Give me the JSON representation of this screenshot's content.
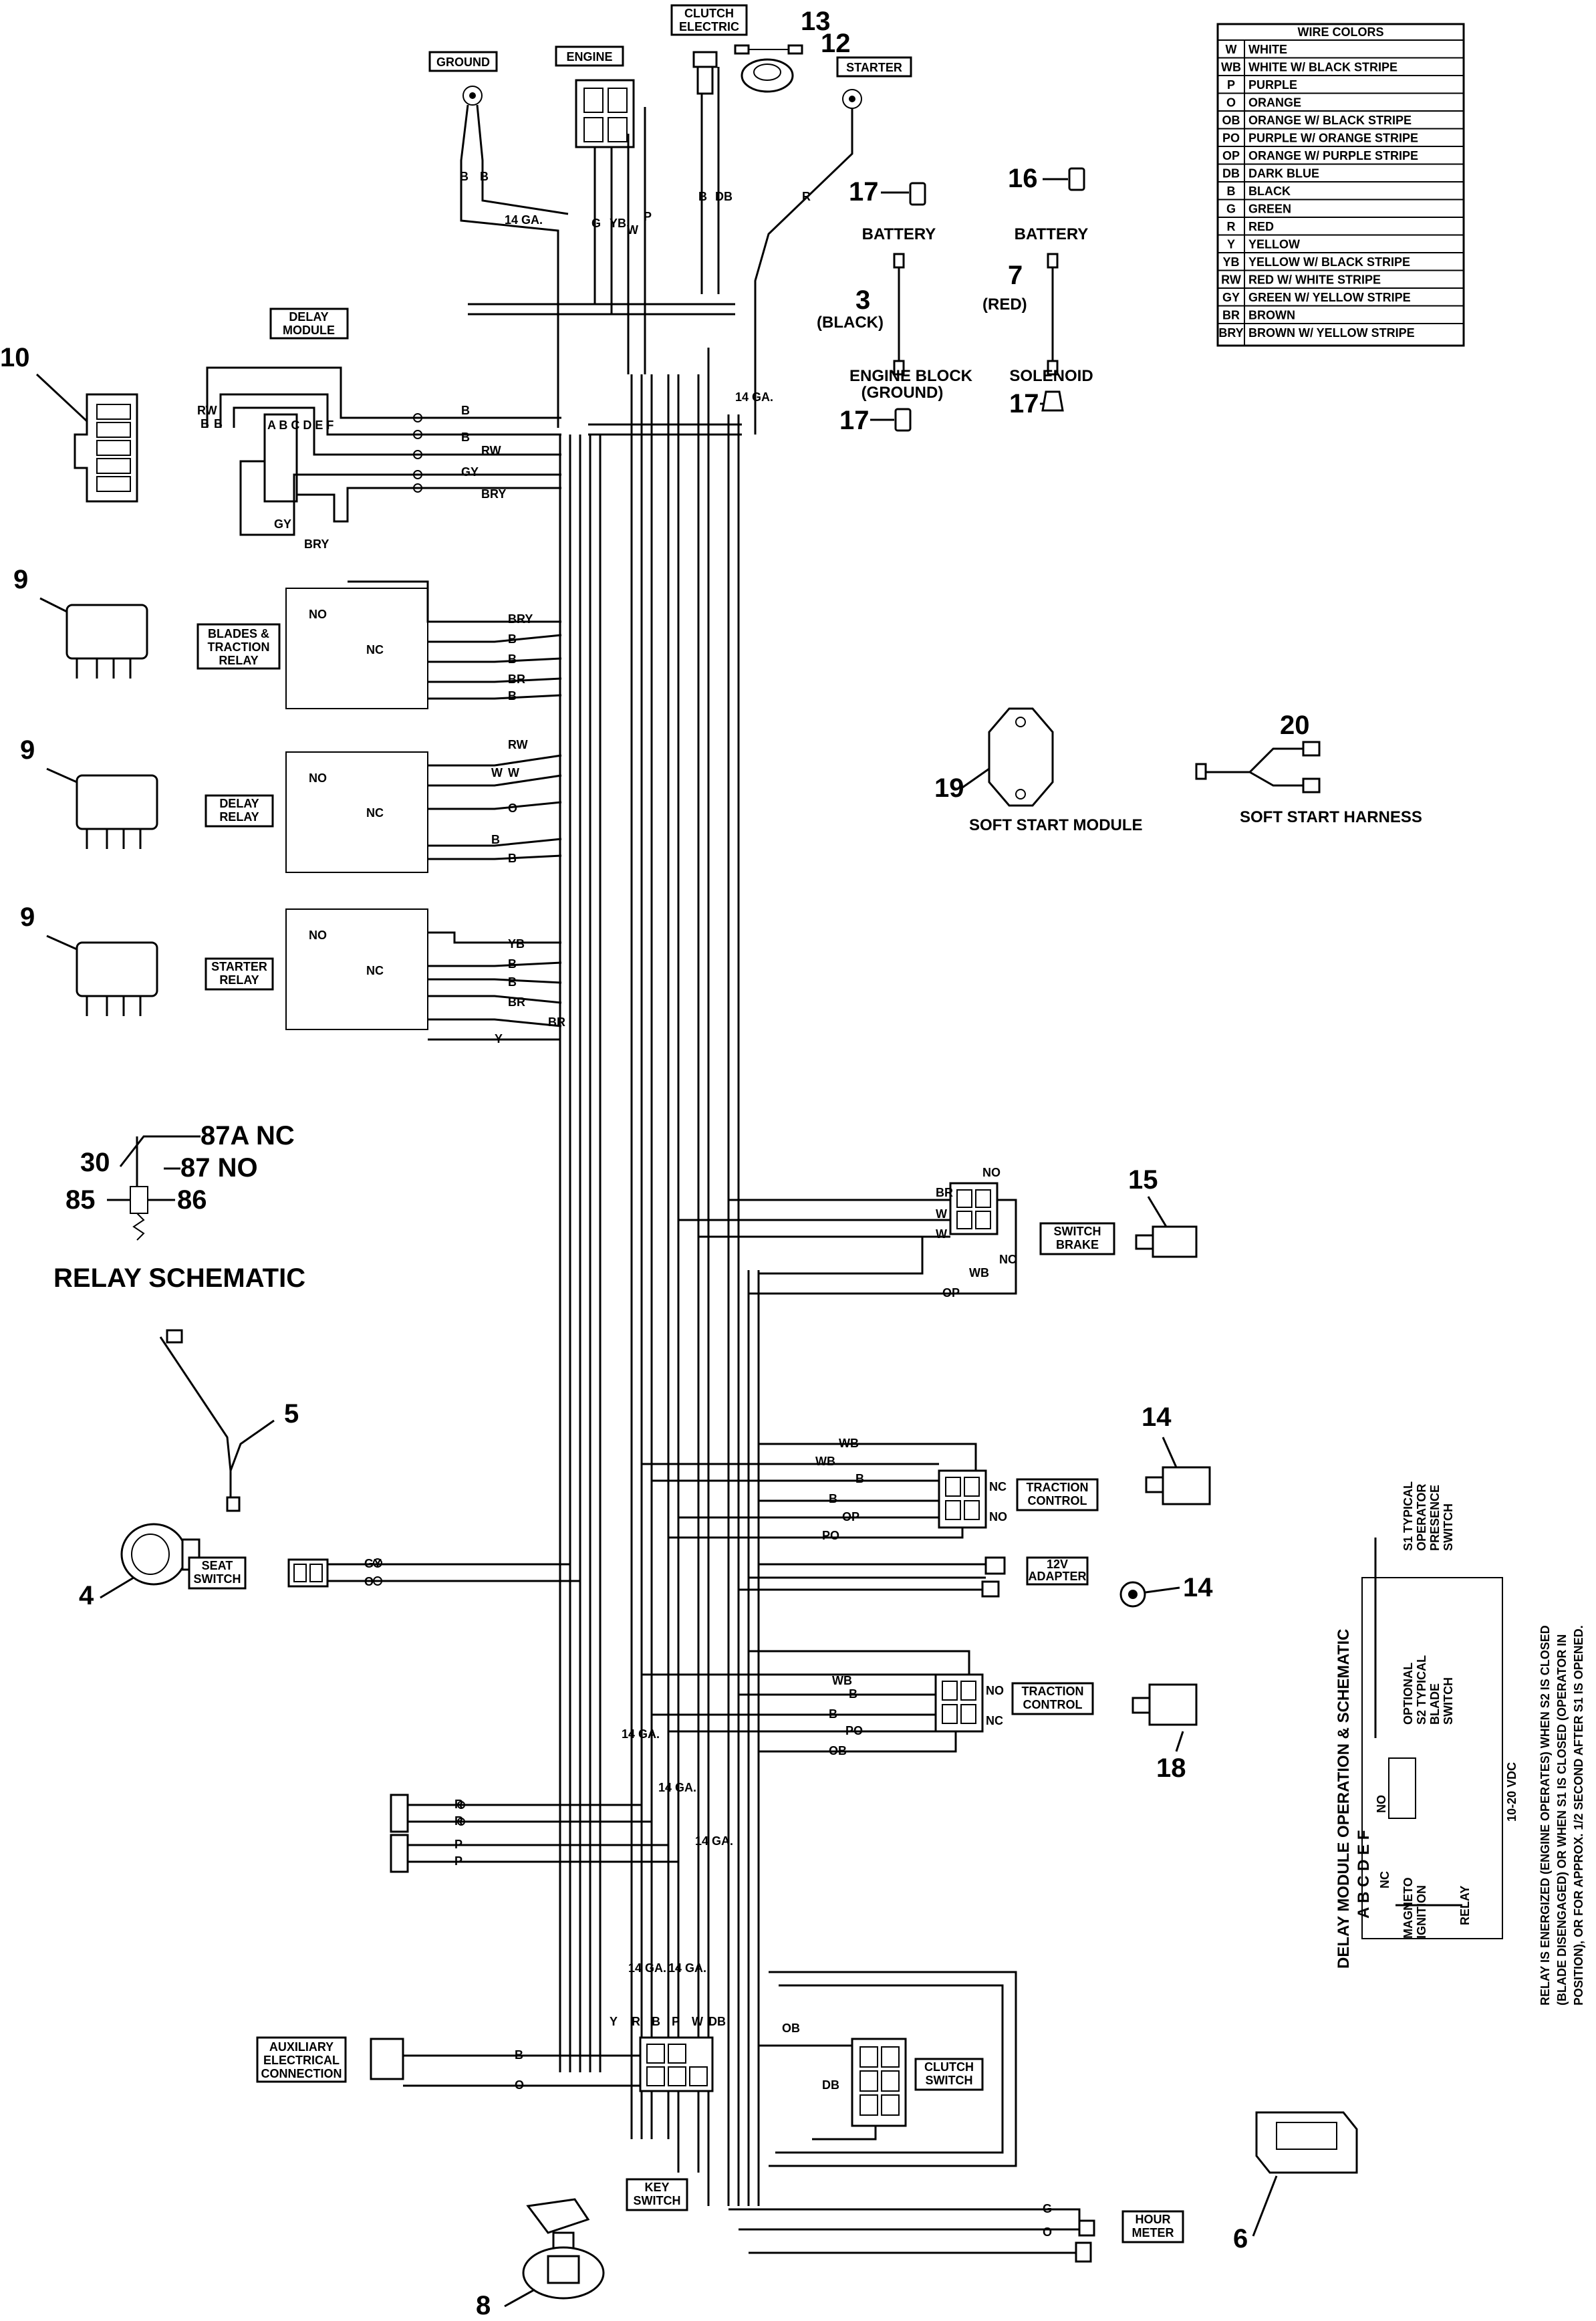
{
  "wire_colors": {
    "title": "WIRE COLORS",
    "rows": [
      {
        "code": "W",
        "name": "WHITE"
      },
      {
        "code": "WB",
        "name": "WHITE W/ BLACK STRIPE"
      },
      {
        "code": "P",
        "name": "PURPLE"
      },
      {
        "code": "O",
        "name": "ORANGE"
      },
      {
        "code": "OB",
        "name": "ORANGE W/ BLACK STRIPE"
      },
      {
        "code": "PO",
        "name": "PURPLE W/ ORANGE STRIPE"
      },
      {
        "code": "OP",
        "name": "ORANGE W/ PURPLE STRIPE"
      },
      {
        "code": "DB",
        "name": "DARK BLUE"
      },
      {
        "code": "B",
        "name": "BLACK"
      },
      {
        "code": "G",
        "name": "GREEN"
      },
      {
        "code": "R",
        "name": "RED"
      },
      {
        "code": "Y",
        "name": "YELLOW"
      },
      {
        "code": "YB",
        "name": "YELLOW W/ BLACK STRIPE"
      },
      {
        "code": "RW",
        "name": "RED W/ WHITE STRIPE"
      },
      {
        "code": "GY",
        "name": "GREEN W/ YELLOW STRIPE"
      },
      {
        "code": "BR",
        "name": "BROWN"
      },
      {
        "code": "BRY",
        "name": "BROWN W/ YELLOW STRIPE"
      }
    ]
  },
  "component_labels": {
    "ground": "GROUND",
    "engine": "ENGINE",
    "clutch_electric_1": "CLUTCH",
    "clutch_electric_2": "ELECTRIC",
    "starter": "STARTER",
    "delay_module_1": "DELAY",
    "delay_module_2": "MODULE",
    "blades_relay_1": "BLADES &",
    "blades_relay_2": "TRACTION",
    "blades_relay_3": "RELAY",
    "delay_relay_1": "DELAY",
    "delay_relay_2": "RELAY",
    "starter_relay_1": "STARTER",
    "starter_relay_2": "RELAY",
    "switch_brake_1": "SWITCH",
    "switch_brake_2": "BRAKE",
    "traction_control_1": "TRACTION",
    "traction_control_2": "CONTROL",
    "adapter_1": "12V",
    "adapter_2": "ADAPTER",
    "seat_switch_1": "SEAT",
    "seat_switch_2": "SWITCH",
    "aux_1": "AUXILIARY",
    "aux_2": "ELECTRICAL",
    "aux_3": "CONNECTION",
    "clutch_switch_1": "CLUTCH",
    "clutch_switch_2": "SWITCH",
    "key_switch_1": "KEY",
    "key_switch_2": "SWITCH",
    "hour_meter_1": "HOUR",
    "hour_meter_2": "METER"
  },
  "parts": {
    "battery_1": "BATTERY",
    "battery_2": "BATTERY",
    "black": "(BLACK)",
    "red": "(RED)",
    "engine_block_1": "ENGINE BLOCK",
    "engine_block_2": "(GROUND)",
    "solenoid": "SOLENOID",
    "soft_start_module": "SOFT START MODULE",
    "soft_start_harness": "SOFT START HARNESS"
  },
  "callouts": [
    "13",
    "12",
    "17",
    "16",
    "3",
    "7",
    "17",
    "17",
    "10",
    "9",
    "9",
    "9",
    "19",
    "20",
    "15",
    "14",
    "14",
    "18",
    "5",
    "4",
    "6",
    "8"
  ],
  "relay_schematic": {
    "title": "RELAY SCHEMATIC",
    "p30": "30",
    "p87a": "87A  NC",
    "p87": "87  NO",
    "p85": "85",
    "p86": "86"
  },
  "delay_schematic": {
    "title": "DELAY MODULE OPERATION & SCHEMATIC",
    "pins": "A B C D E F",
    "s1_1": "S1 TYPICAL",
    "s1_2": "OPERATOR",
    "s1_3": "PRESENCE",
    "s1_4": "SWITCH",
    "s2_1": "OPTIONAL",
    "s2_2": "S2 TYPICAL",
    "s2_3": "BLADE",
    "s2_4": "SWITCH",
    "vdc": "10-20 VDC",
    "no": "NO",
    "nc": "NC",
    "magneto_1": "MAGNETO",
    "magneto_2": "IGNITION",
    "relay": "RELAY",
    "note_1": "RELAY IS ENERGIZED (ENGINE OPERATES) WHEN S2 IS CLOSED",
    "note_2": "(BLADE DISENGAGED) OR WHEN S1 IS CLOSED (OPERATOR IN",
    "note_3": "POSITION), OR FOR APPROX. 1/2 SECOND AFTER S1 IS OPENED."
  },
  "wire_tags": {
    "ga14": "14 GA.",
    "B": "B",
    "G": "G",
    "YB": "YB",
    "W": "W",
    "P": "P",
    "DB": "DB",
    "R": "R",
    "RW": "RW",
    "GY": "GY",
    "BRY": "BRY",
    "BR": "BR",
    "Y": "Y",
    "O": "O",
    "WB": "WB",
    "OP": "OP",
    "PO": "PO",
    "OB": "OB",
    "NO": "NO",
    "NC": "NC"
  }
}
